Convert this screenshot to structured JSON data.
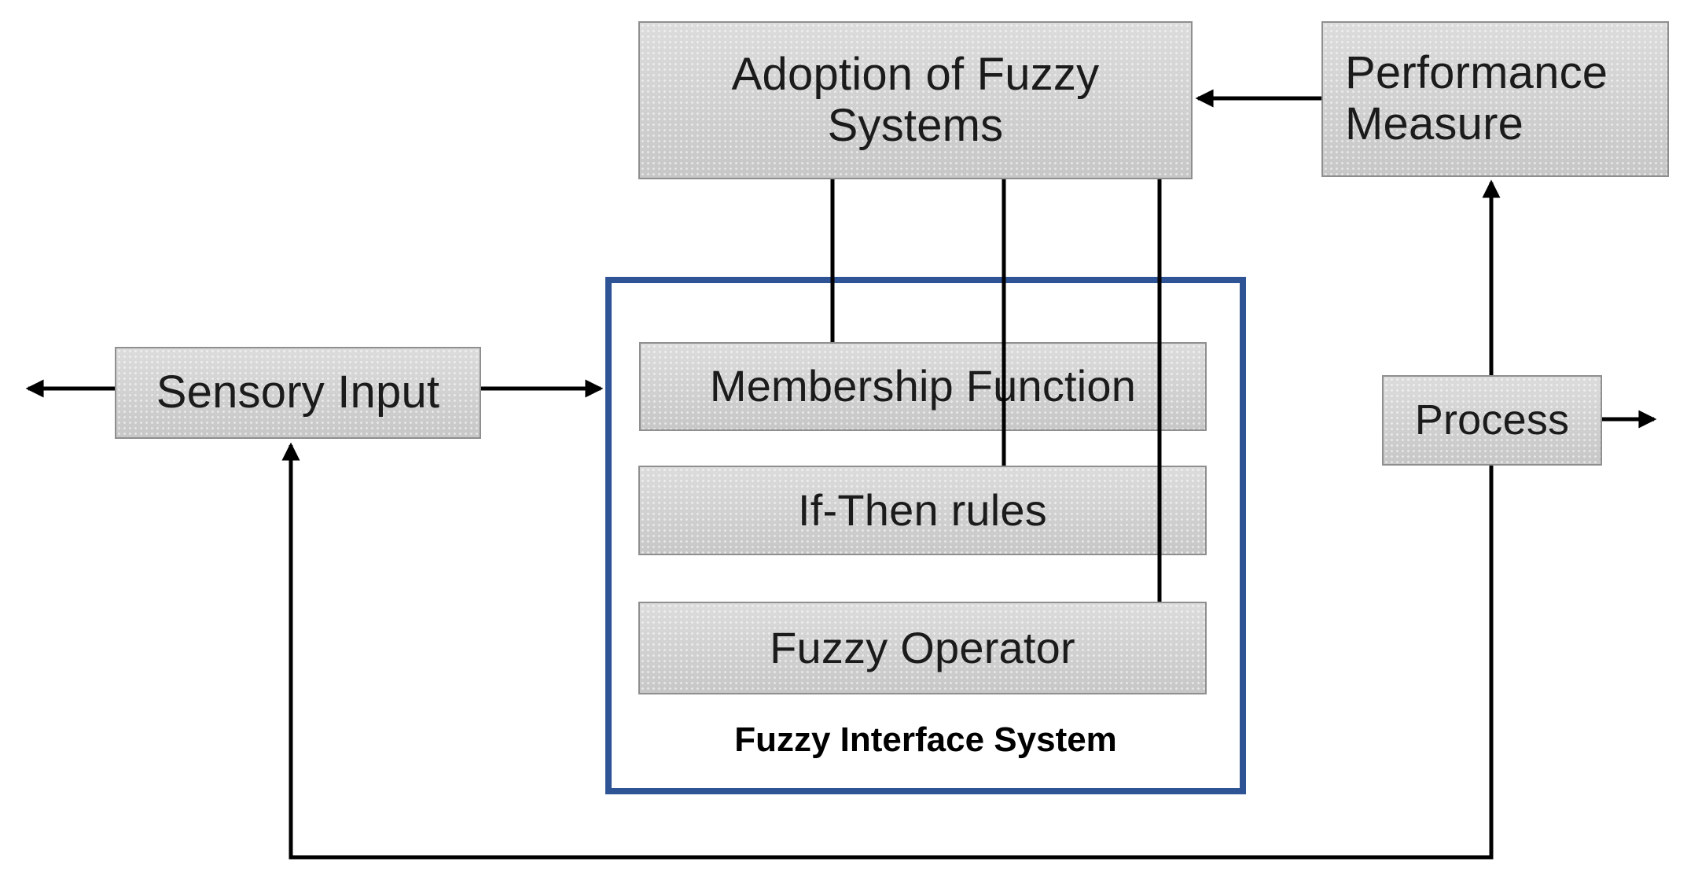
{
  "nodes": {
    "adoption": {
      "label": "Adoption of Fuzzy Systems"
    },
    "performance": {
      "label": "Performance Measure"
    },
    "sensory": {
      "label": "Sensory Input"
    },
    "process": {
      "label": "Process"
    },
    "membership": {
      "label": "Membership Function"
    },
    "if_then": {
      "label": "If-Then rules"
    },
    "fuzzy_operator": {
      "label": "Fuzzy Operator"
    },
    "container": {
      "label": "Fuzzy Interface System"
    }
  },
  "colors": {
    "container_border": "#2f5496",
    "box_fill_top": "#dcdcdc",
    "box_fill_bottom": "#c7c7c7",
    "box_border": "#8f8f8f",
    "line": "#000000"
  }
}
